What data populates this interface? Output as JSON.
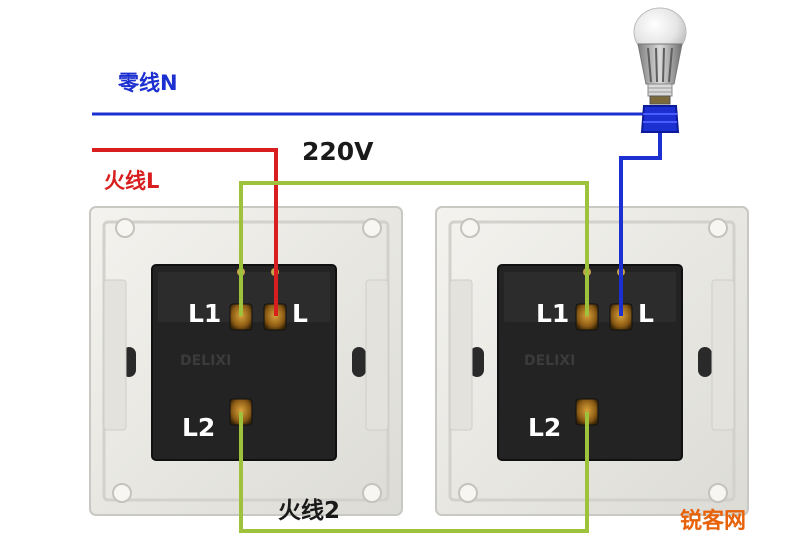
{
  "labels": {
    "neutral": "零线N",
    "live": "火线L",
    "voltage": "220V",
    "live2": "火线2",
    "watermark": "锐客网"
  },
  "switches": [
    {
      "brand": "DELIXI",
      "terminals": {
        "l1": "L1",
        "l": "L",
        "l2": "L2"
      }
    },
    {
      "brand": "DELIXI",
      "terminals": {
        "l1": "L1",
        "l": "L",
        "l2": "L2"
      }
    }
  ],
  "colors": {
    "neutral_wire": "#1c2fd0",
    "live_wire": "#d81e1e",
    "traveler_wire": "#9ec23c",
    "panel": "#ecebe6",
    "module": "#232323",
    "watermark": "#e8620a"
  }
}
